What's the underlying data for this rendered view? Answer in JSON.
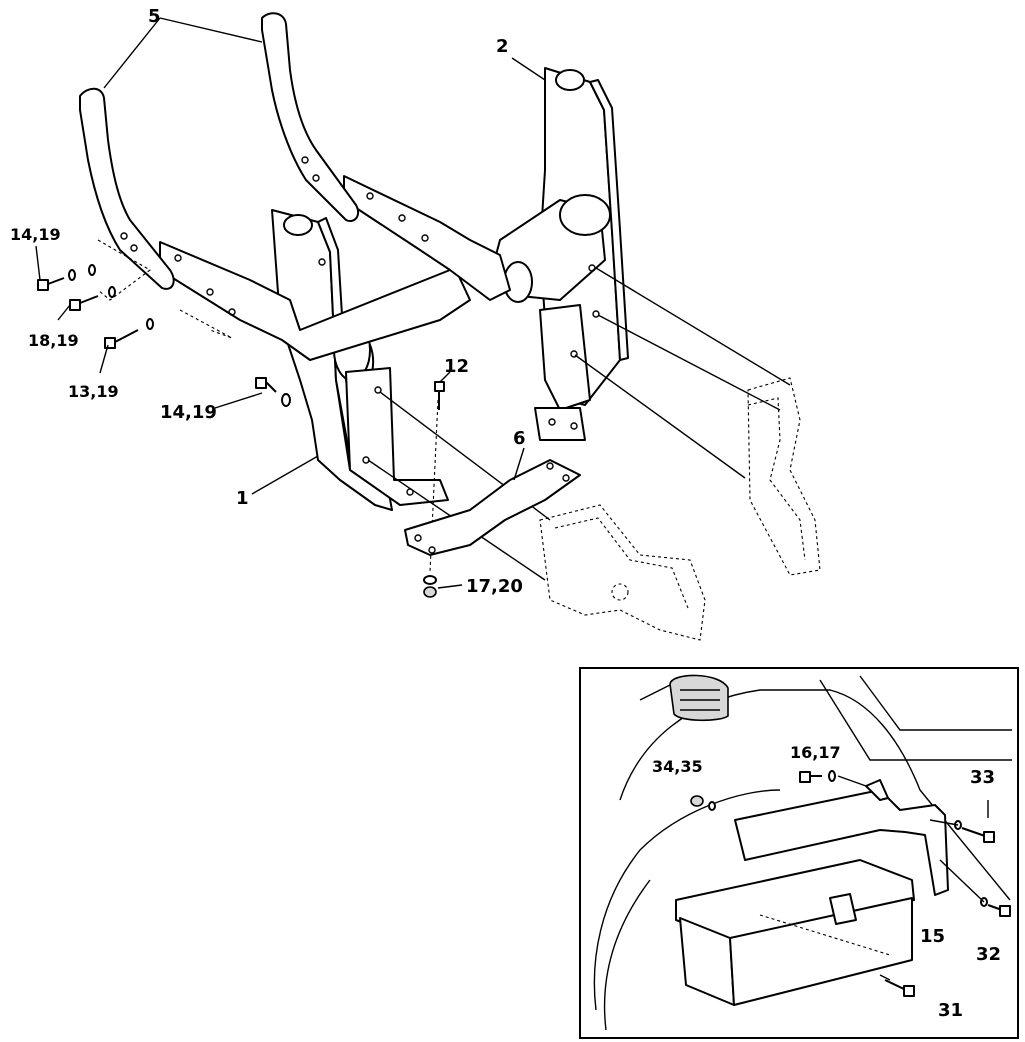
{
  "callouts": {
    "c5": "5",
    "c2": "2",
    "c14_19_a": "14,19",
    "c18_19": "18,19",
    "c13_19": "13,19",
    "c14_19_b": "14,19",
    "c12": "12",
    "c6": "6",
    "c1": "1",
    "c17_20": "17,20"
  },
  "inset": {
    "c34_35": "34,35",
    "c16_17": "16,17",
    "c33": "33",
    "c15": "15",
    "c32": "32",
    "c31": "31"
  }
}
